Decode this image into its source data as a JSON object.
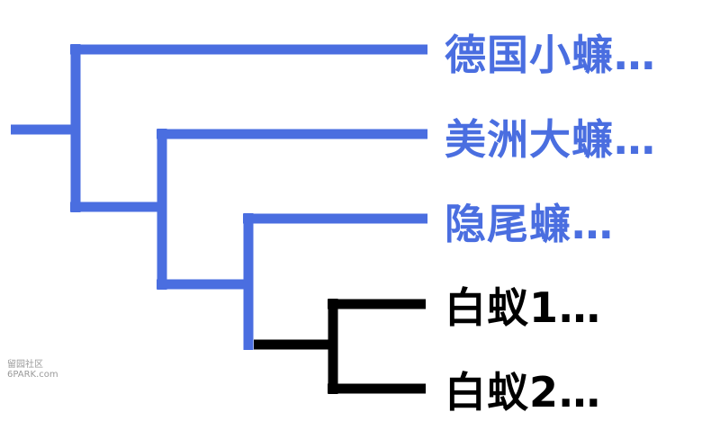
{
  "colors": {
    "blue": "#4a6ee0",
    "black": "#000000"
  },
  "leaves": [
    {
      "label": "德国小蠊…",
      "color": "#4a6ee0"
    },
    {
      "label": "美洲大蠊…",
      "color": "#4a6ee0"
    },
    {
      "label": "隐尾蠊…",
      "color": "#4a6ee0"
    },
    {
      "label": "白蚁1…",
      "color": "#000000"
    },
    {
      "label": "白蚁2…",
      "color": "#000000"
    }
  ],
  "watermark": {
    "line1": "留园社区",
    "line2": "6PARK.com"
  }
}
